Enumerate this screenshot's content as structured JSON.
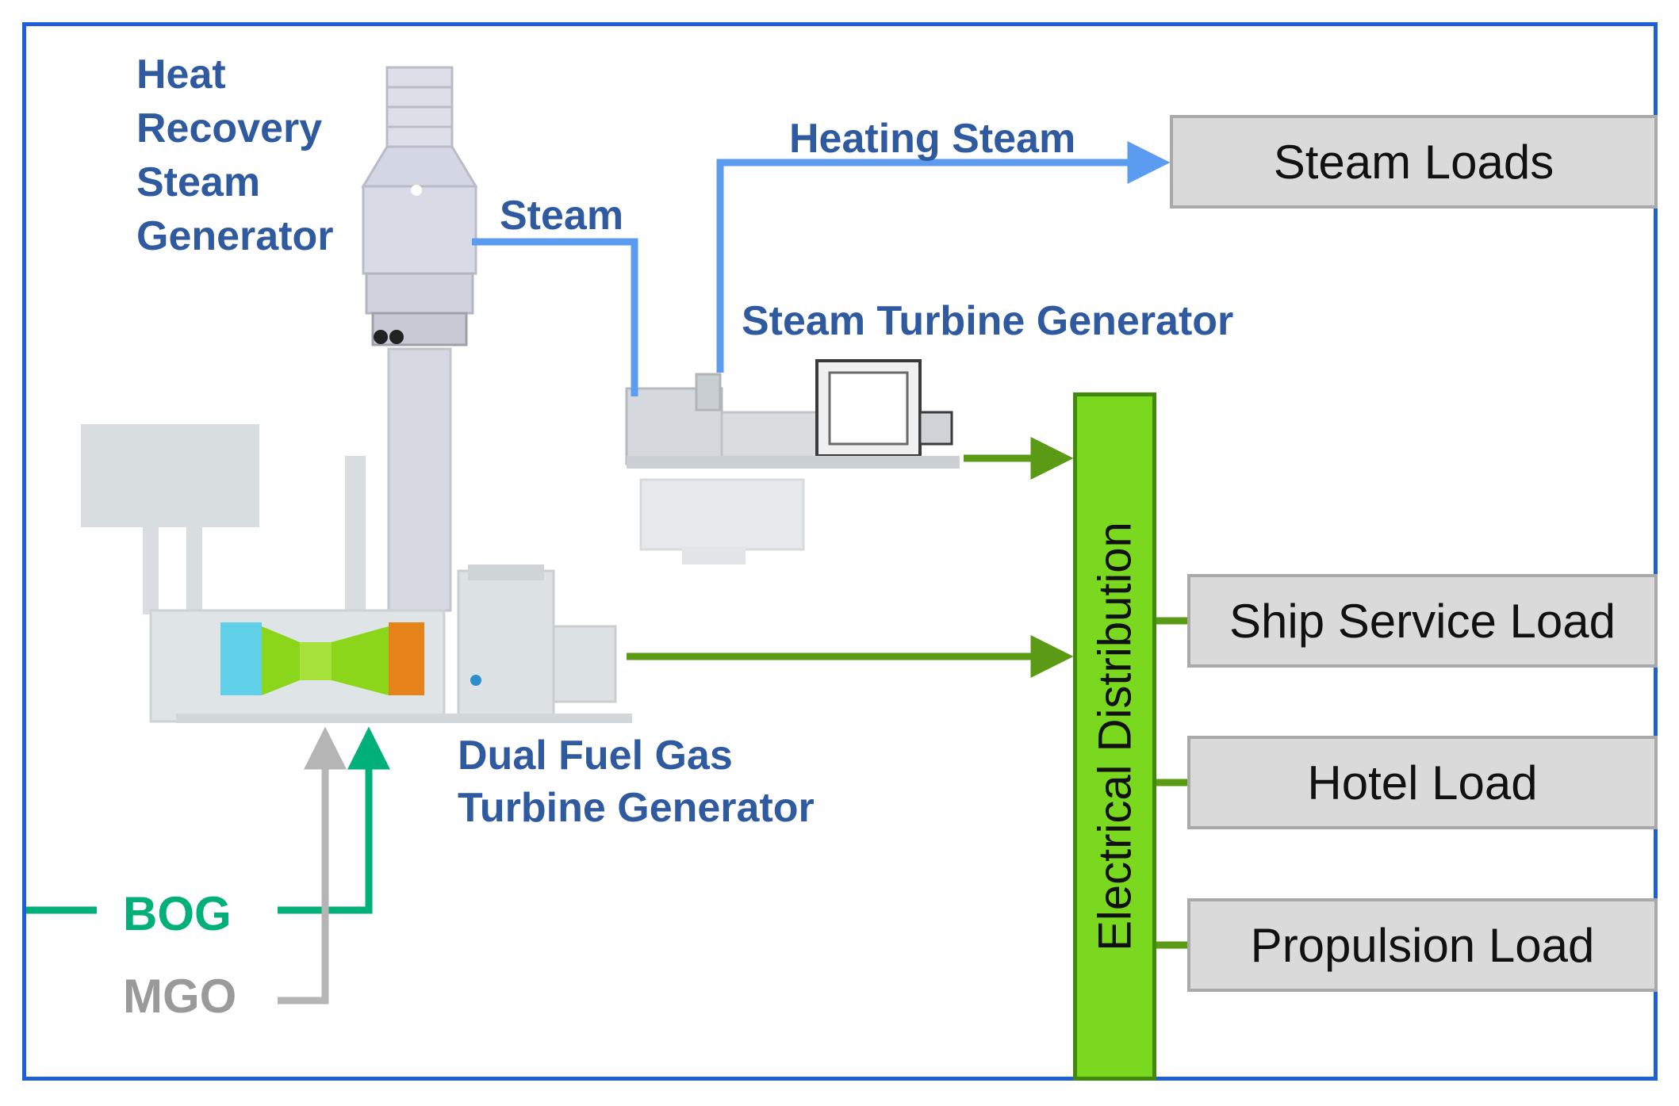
{
  "labels": {
    "hrsg": "Heat\nRecovery\nSteam\nGenerator",
    "steam": "Steam",
    "heating_steam": "Heating Steam",
    "steam_turbine_generator": "Steam Turbine Generator",
    "dual_fuel_gtg": "Dual Fuel Gas\nTurbine Generator",
    "bog": "BOG",
    "mgo": "MGO",
    "electrical_distribution": "Electrical Distribution"
  },
  "loads": {
    "steam_loads": "Steam Loads",
    "ship_service_load": "Ship Service Load",
    "hotel_load": "Hotel Load",
    "propulsion_load": "Propulsion Load"
  },
  "colors": {
    "frame": "#1f5fd6",
    "text_blue": "#2f5aa0",
    "steam_line": "#5b9bf0",
    "power_line": "#5a9a14",
    "bus_fill": "#7ad81e",
    "bog": "#00b078",
    "mgo": "#9a9a9a",
    "load_box": "#dadada"
  }
}
